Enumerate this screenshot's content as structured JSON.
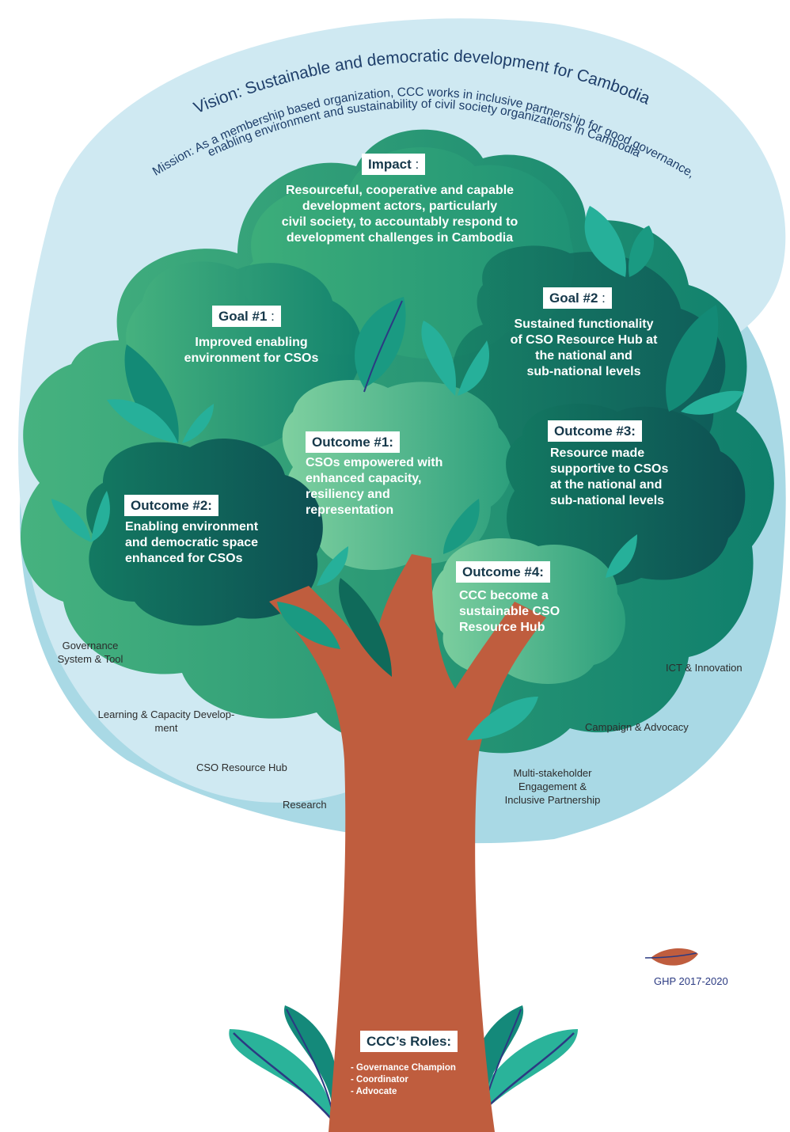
{
  "vision": "Vision: Sustainable and democratic development for Cambodia",
  "mission_line1": "Mission:  As a membership based organization, CCC works in inclusive partnership for good governance,",
  "mission_line2": "enabling environment and sustainability of civil society organizations in Cambodia",
  "impact": {
    "label": "Impact",
    "text": [
      "Resourceful, cooperative and capable",
      "development actors, particularly",
      "civil society, to accountably respond to",
      "development challenges in Cambodia"
    ]
  },
  "goals": [
    {
      "label": "Goal #1",
      "text": [
        "Improved enabling",
        "environment for CSOs"
      ]
    },
    {
      "label": "Goal #2",
      "text": [
        "Sustained functionality",
        "of CSO Resource Hub at",
        "the national and",
        "sub-national levels"
      ]
    }
  ],
  "outcomes": [
    {
      "label": "Outcome #1:",
      "text": [
        "CSOs empowered with",
        "enhanced capacity,",
        "resiliency and",
        "representation"
      ]
    },
    {
      "label": "Outcome #2:",
      "text": [
        "Enabling environment",
        "and democratic space",
        "enhanced for CSOs"
      ]
    },
    {
      "label": "Outcome #3:",
      "text": [
        "Resource made",
        "supportive to CSOs",
        "at the national and",
        "sub-national levels"
      ]
    },
    {
      "label": "Outcome #4:",
      "text": [
        "CCC become a",
        "sustainable CSO",
        "Resource Hub"
      ]
    }
  ],
  "roots": {
    "governance": [
      "Governance",
      "System & Tool"
    ],
    "learning": [
      "Learning & Capacity Develop-",
      "ment"
    ],
    "hub": "CSO Resource Hub",
    "research": "Research",
    "ict": "ICT & Innovation",
    "campaign": "Campaign & Advocacy",
    "multi": [
      "Multi-stakeholder",
      "Engagement &",
      "Inclusive Partnership"
    ]
  },
  "roles": {
    "title": "CCC’s Roles:",
    "items": [
      "Governance Champion",
      "Coordinator",
      "Advocate"
    ]
  },
  "logo_caption": "GHP 2017-2020",
  "colors": {
    "sky_light": "#cfe9f2",
    "sky_dark": "#a9d9e5",
    "trunk": "#bf5d3e",
    "leaf": "#20a08a",
    "vein": "#2b3a82",
    "navy": "#1e3e6a"
  }
}
